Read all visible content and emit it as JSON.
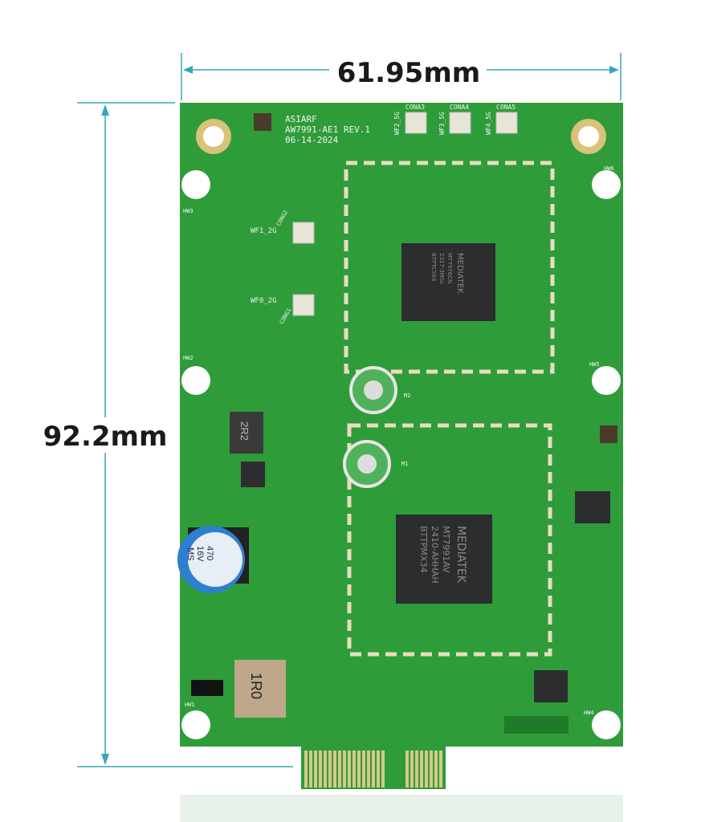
{
  "dimensions": {
    "width_label": "61.95mm",
    "height_label": "92.2mm",
    "line_color": "#3aa6b9"
  },
  "board": {
    "color": "#2f9c3a",
    "silkscreen": {
      "brand": "ASIARF",
      "model": "AW7991-AE1 REV.1",
      "date": "06-14-2024",
      "connectors": [
        "CONA3",
        "CONA4",
        "CONA5",
        "CONG1",
        "CONG2"
      ],
      "antenna_labels": [
        "WF2_5G",
        "WF3_5G",
        "WF4_5G",
        "WF1_2G",
        "WF0_2G"
      ],
      "holes": [
        "HW3",
        "HW6",
        "HW2",
        "HW5",
        "HW1",
        "HW4"
      ],
      "mounts": [
        "M2",
        "M1"
      ]
    },
    "chips": [
      {
        "lines": [
          "MEDIATEK",
          "MT7976CN",
          "2317-3MSL",
          "BTPTC564"
        ]
      },
      {
        "lines": [
          "MEDIATEK",
          "MT7991AV",
          "2410-AHHAH",
          "BTTPMX34"
        ]
      }
    ],
    "inductors": [
      "2R2",
      "1R0"
    ],
    "capacitor": [
      "470",
      "16V",
      "MS"
    ]
  }
}
